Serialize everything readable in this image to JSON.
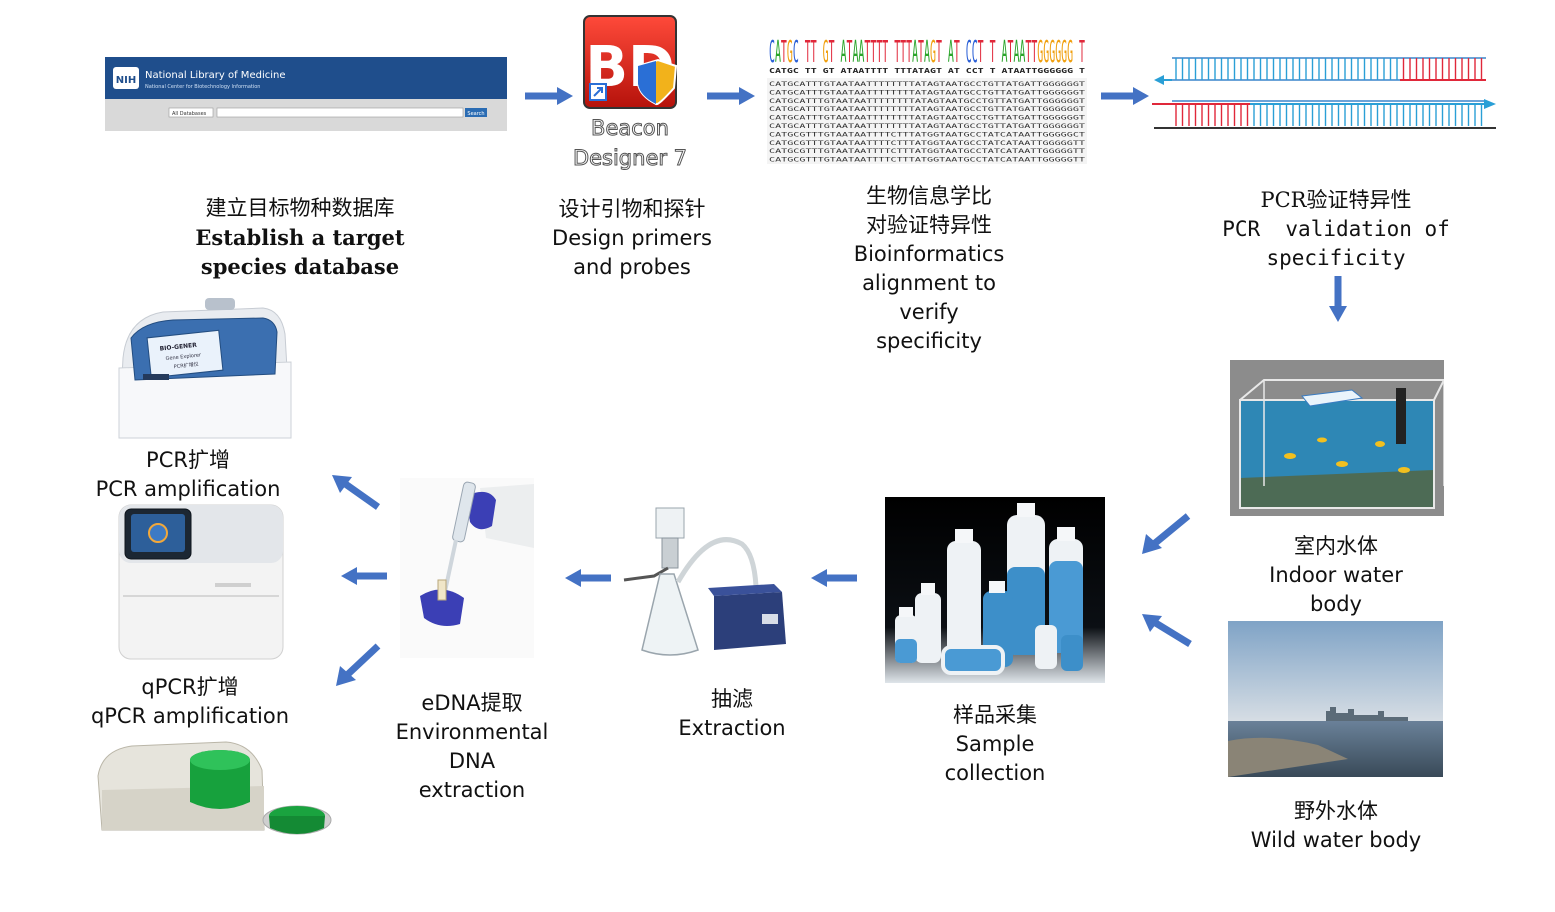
{
  "colors": {
    "arrow": "#4472c4",
    "nih_banner": "#1f4e8c",
    "water": "#3d8fc9",
    "glove": "#3b3fb5",
    "green": "#1b9a3a"
  },
  "nih": {
    "badge": "NIH",
    "title": "National Library of Medicine",
    "subtitle": "National Center for Biotechnology Information",
    "db_select": "All Databases",
    "search_button": "Search"
  },
  "beacon": {
    "line1": "Beacon",
    "line2": "Designer 7",
    "logo": "BD"
  },
  "alignment": {
    "consensus": "CATGC TT GT ATAATTTT TTTATAGT AT CCT T ATAATTGGGGGG T",
    "rows": [
      "CATGCATTTGTAATAATTTTTTTTATAGTAATGCCTGTTATGATTGGGGGGT",
      "CATGCATTTGTAATAATTTTTTTTATAGTAATGCCTGTTATGATTGGGGGGT",
      "CATGCATTTGTAATAATTTTTTTTATAGTAATGCCTGTTATGATTGGGGGGT",
      "CATGCATTTGTAATAATTTTTTTTATAGTAATGCCTGTTATGATTGGGGGGT",
      "CATGCATTTGTAATAATTTTTTTTATAGTAATGCCTGTTATGATTGGGGGGT",
      "CATGCATTTGTAATAATTTTTTTTATAGTAATGCCTGTTATGATTGGGGGGT",
      "CATGCGTTTGTAATAATTTTCTTTATGGTAATGCCTATCATAATTGGGGGCT",
      "CATGCGTTTGTAATAATTTTCTTTATGGTAATGCCTATCATAATTGGGGGTT",
      "CATGCGTTTGTAATAATTTTCTTTATGGTAATGCCTATCATAATTGGGGGTT",
      "CATGCGTTTGTAATAATTTTCTTTATGGTAATGCCTATCATAATTGGGGGTT"
    ]
  },
  "steps": {
    "database": {
      "zh": "建立目标物种数据库",
      "en1": "Establish a target",
      "en2": "species database"
    },
    "primers": {
      "zh": "设计引物和探针",
      "en1": "Design primers",
      "en2": "and probes"
    },
    "bioinfo": {
      "zh1": "生物信息学比",
      "zh2": "对验证特异性",
      "en1": "Bioinformatics",
      "en2": "alignment to",
      "en3": "verify",
      "en4": "specificity"
    },
    "pcr_validation": {
      "zh": "PCR验证特异性",
      "en1": "PCR  validation of",
      "en2": "specificity"
    },
    "indoor": {
      "zh": "室内水体",
      "en1": "Indoor water",
      "en2": "body"
    },
    "wild": {
      "zh": "野外水体",
      "en1": "Wild water body"
    },
    "sample": {
      "zh": "样品采集",
      "en1": "Sample",
      "en2": "collection"
    },
    "filter": {
      "zh": "抽滤",
      "en1": "Extraction"
    },
    "edna": {
      "zh": "eDNA提取",
      "en1": "Environmental",
      "en2": "DNA",
      "en3": "extraction"
    },
    "pcr_amp": {
      "zh": "PCR扩增",
      "en1": "PCR amplification"
    },
    "qpcr_amp": {
      "zh": "qPCR扩增",
      "en1": "qPCR amplification"
    }
  },
  "thermocycler_screen": {
    "brand": "BIO-GENER",
    "line2": "Gene Explorer",
    "line3": "PCR扩增仪"
  }
}
